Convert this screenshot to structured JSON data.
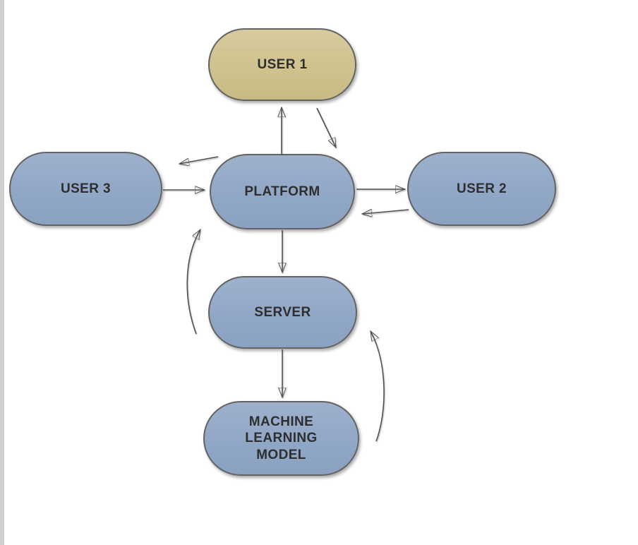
{
  "diagram": {
    "nodes": [
      {
        "id": "user1",
        "label": "USER 1",
        "shape": "stadium",
        "fill": "#cfc28e"
      },
      {
        "id": "platform",
        "label": "PLATFORM",
        "shape": "stadium",
        "fill": "#91a7c6"
      },
      {
        "id": "user3",
        "label": "USER 3",
        "shape": "stadium",
        "fill": "#91a7c6"
      },
      {
        "id": "user2",
        "label": "USER 2",
        "shape": "stadium",
        "fill": "#91a7c6"
      },
      {
        "id": "server",
        "label": "SERVER",
        "shape": "stadium",
        "fill": "#91a7c6"
      },
      {
        "id": "ml_model",
        "label": "MACHINE\nLEARNING\nMODEL",
        "shape": "stadium",
        "fill": "#91a7c6"
      }
    ],
    "edges": [
      {
        "from": "platform",
        "to": "user1",
        "style": "straight"
      },
      {
        "from": "user1",
        "to": "platform",
        "style": "straight-diagonal"
      },
      {
        "from": "platform",
        "to": "user3",
        "style": "straight-diagonal"
      },
      {
        "from": "user3",
        "to": "platform",
        "style": "straight"
      },
      {
        "from": "platform",
        "to": "user2",
        "style": "straight"
      },
      {
        "from": "user2",
        "to": "platform",
        "style": "straight-diagonal"
      },
      {
        "from": "platform",
        "to": "server",
        "style": "straight"
      },
      {
        "from": "server",
        "to": "platform",
        "style": "curved-left"
      },
      {
        "from": "server",
        "to": "ml_model",
        "style": "straight"
      },
      {
        "from": "ml_model",
        "to": "server",
        "style": "curved-right"
      }
    ]
  },
  "colors": {
    "canvas_background": "#ffffff",
    "left_gutter": "#d1d1d1",
    "node_fill_blue": "#91a7c6",
    "node_fill_user1": "#cfc28e",
    "node_border": "#636363",
    "arrow": "#4f4f4f",
    "label_text": "#2e2e2e"
  }
}
